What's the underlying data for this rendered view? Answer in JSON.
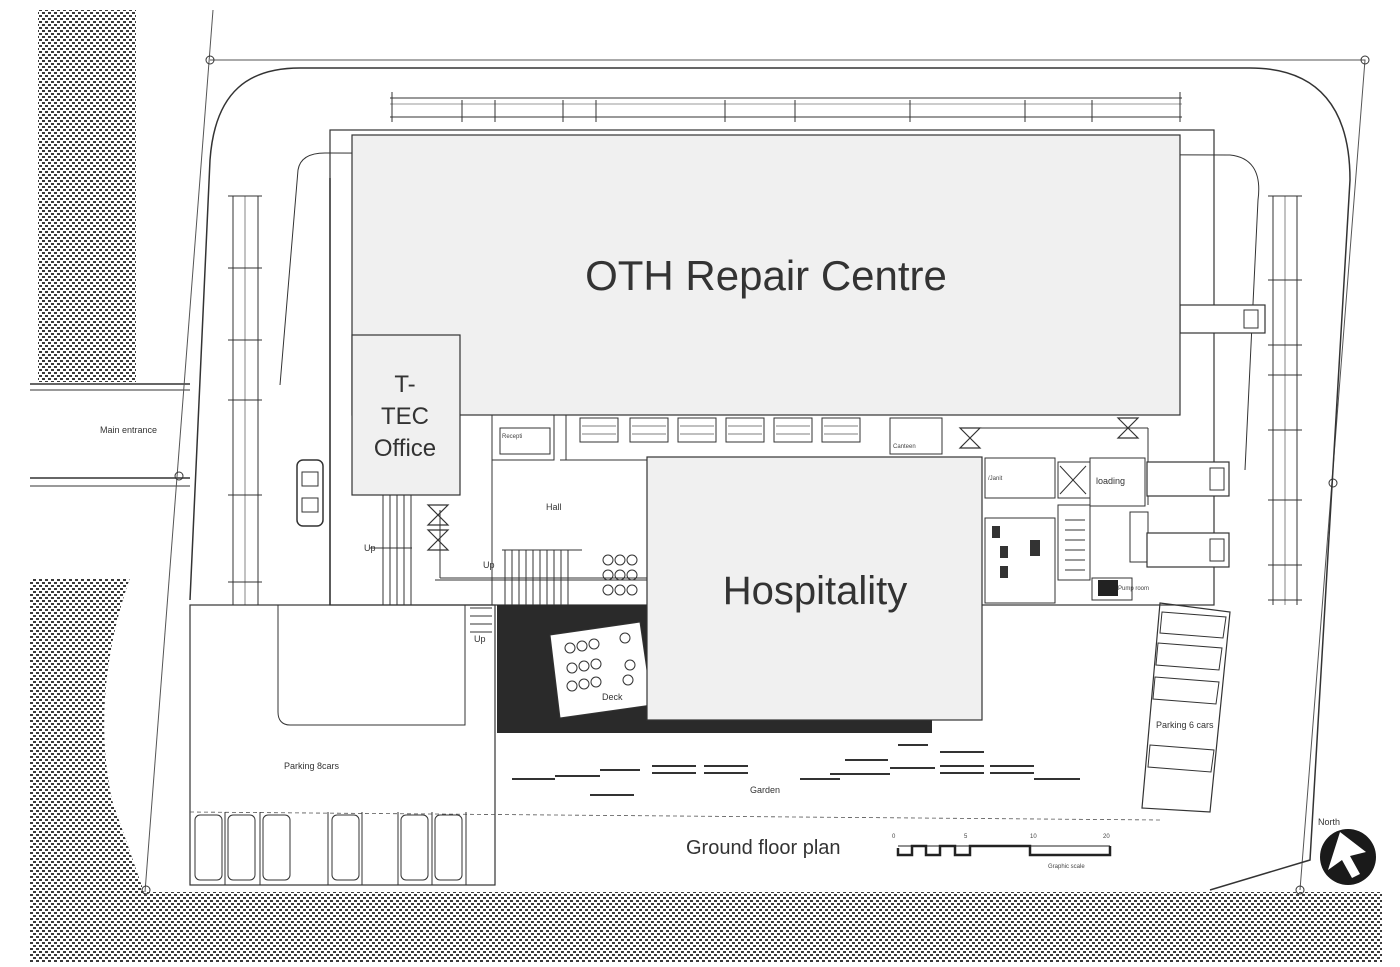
{
  "rooms": {
    "repair_centre": "OTH Repair Centre",
    "ttec_office_line1": "T-",
    "ttec_office_line2": "TEC",
    "ttec_office_line3": "Office",
    "hospitality": "Hospitality"
  },
  "annotations": {
    "main_entrance": "Main entrance",
    "hall": "Hall",
    "up_1": "Up",
    "up_2": "Up",
    "up_3": "Up",
    "reception": "Recepti",
    "canteen": "Canteen",
    "janitor": "/Janit",
    "loading": "loading",
    "pump_room": "Pump room",
    "deck": "Deck",
    "parking_left": "Parking 8cars",
    "parking_right": "Parking 6 cars",
    "garden": "Garden",
    "north": "North"
  },
  "footer": {
    "plan_title": "Ground floor plan",
    "scale_label": "Graphic scale",
    "scale_ticks": [
      "0",
      "5",
      "10",
      "20"
    ]
  },
  "colors": {
    "room_fill": "#f0f0f0",
    "outline": "#333333",
    "hatch": "#3a3a3a",
    "deck_fill": "#2a2a2a"
  }
}
